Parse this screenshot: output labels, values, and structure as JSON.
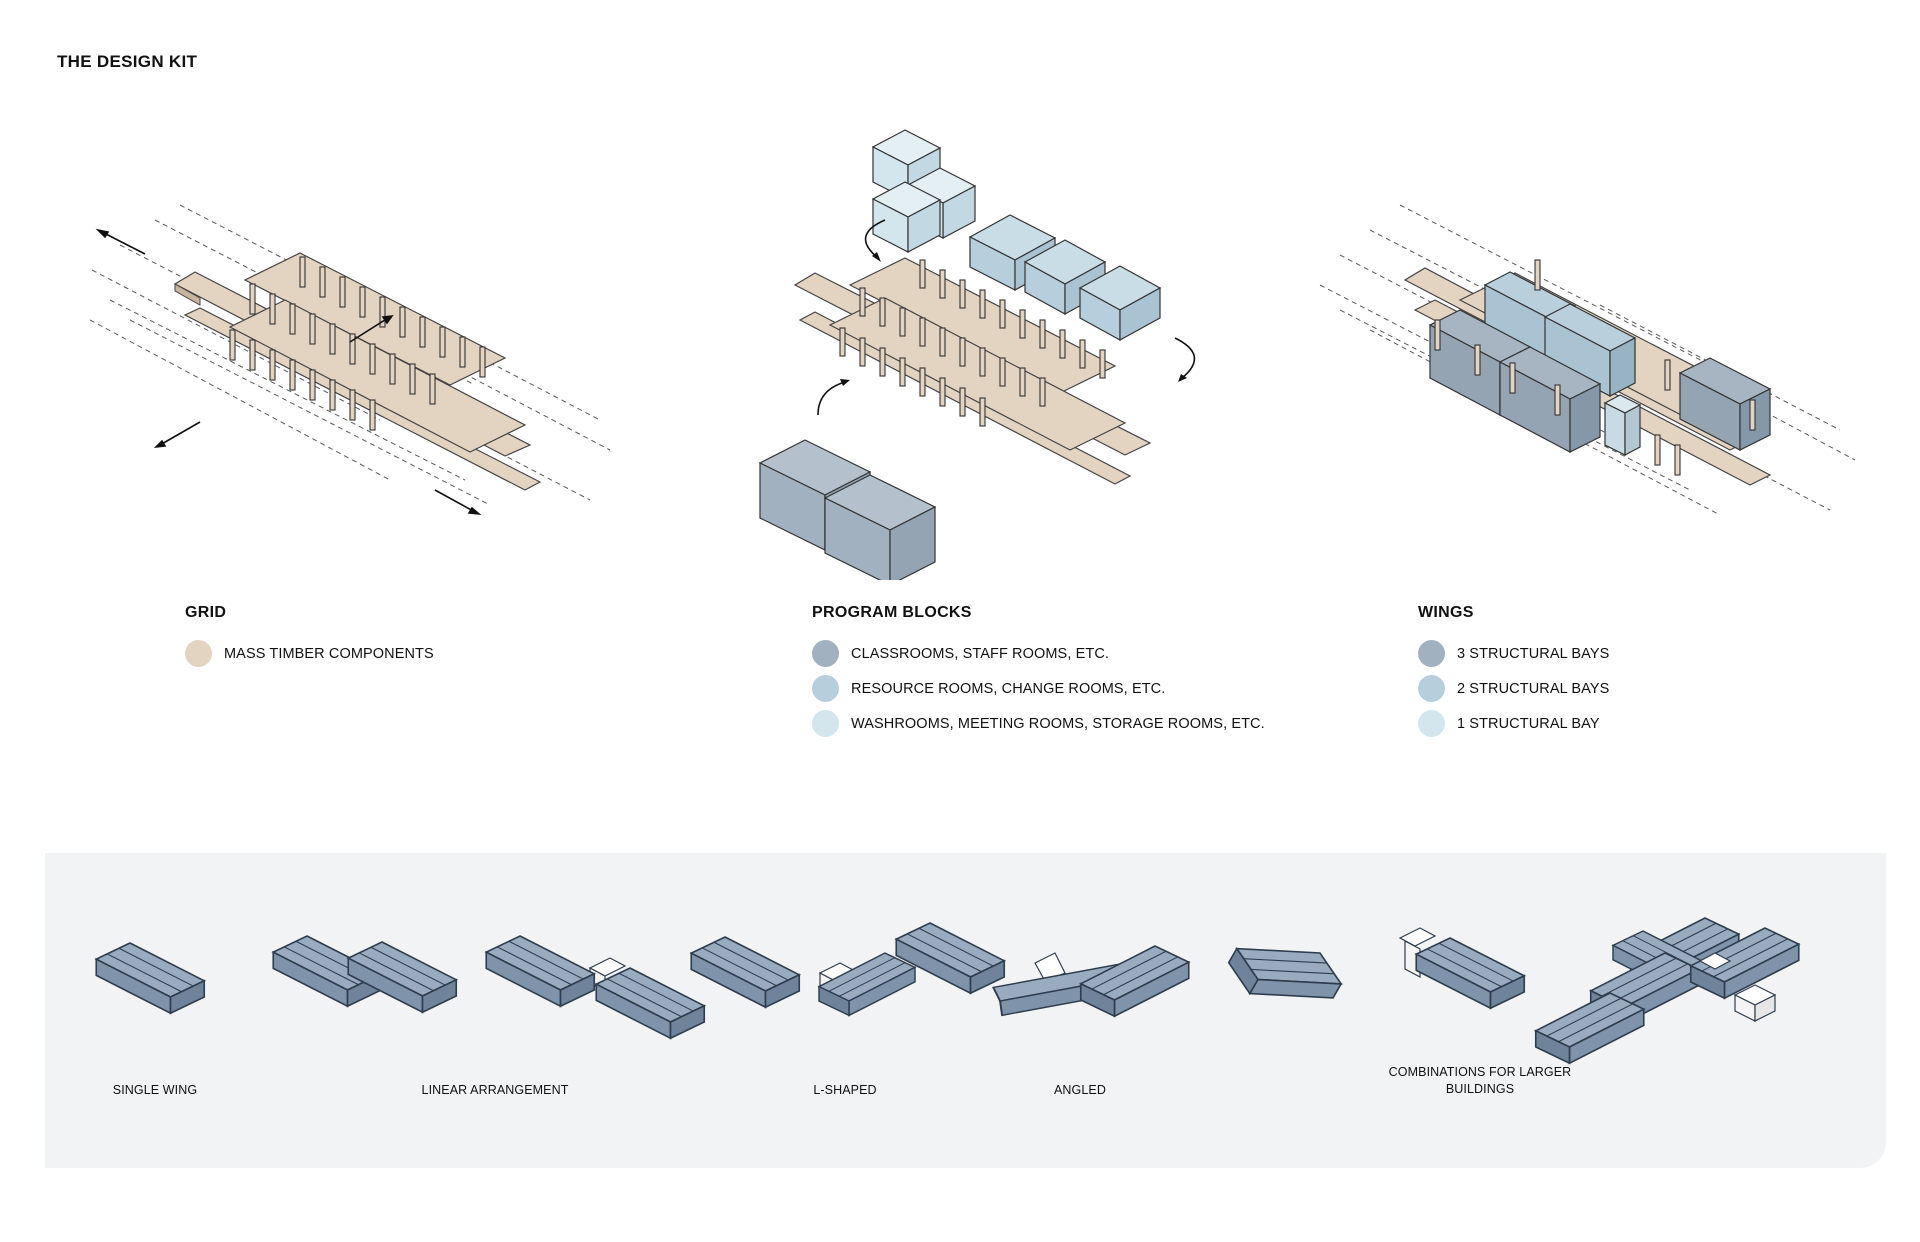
{
  "page": {
    "title": "THE DESIGN KIT"
  },
  "colors": {
    "timber": "#e3d3c1",
    "timber_edge": "#c9b59f",
    "block_dark": "#a2b1bf",
    "block_mid": "#b7cedc",
    "block_light": "#d3e5ed",
    "wing": "#8da2b8",
    "panel": "#f2f3f5"
  },
  "legends": {
    "grid": {
      "heading": "GRID",
      "items": [
        {
          "label": "MASS TIMBER COMPONENTS",
          "color": "#e3d3c1"
        }
      ]
    },
    "program": {
      "heading": "PROGRAM BLOCKS",
      "items": [
        {
          "label": "CLASSROOMS, STAFF ROOMS, ETC.",
          "color": "#a2b1bf"
        },
        {
          "label": "RESOURCE ROOMS, CHANGE ROOMS, ETC.",
          "color": "#b7cedc"
        },
        {
          "label": "WASHROOMS, MEETING ROOMS, STORAGE ROOMS,  ETC.",
          "color": "#d3e5ed"
        }
      ]
    },
    "wings": {
      "heading": "WINGS",
      "items": [
        {
          "label": "3 STRUCTURAL BAYS",
          "color": "#a2b1bf"
        },
        {
          "label": "2 STRUCTURAL BAYS",
          "color": "#b7cedc"
        },
        {
          "label": "1 STRUCTURAL BAY",
          "color": "#d3e5ed"
        }
      ]
    }
  },
  "arrangements": {
    "single": "SINGLE WING",
    "linear": "LINEAR ARRANGEMENT",
    "lshaped": "L-SHAPED",
    "angled": "ANGLED",
    "combo_line1": "COMBINATIONS FOR LARGER",
    "combo_line2": "BUILDINGS"
  }
}
